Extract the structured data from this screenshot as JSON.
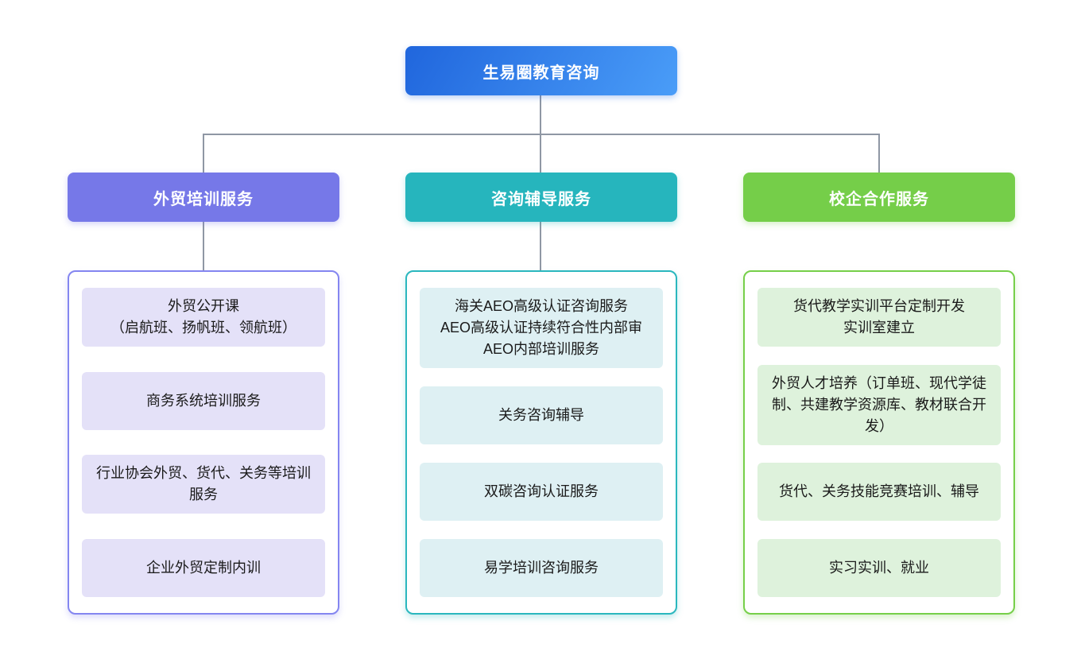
{
  "root": {
    "label": "生易圈教育咨询"
  },
  "branches": [
    {
      "label": "外贸培训服务",
      "items": [
        "外贸公开课\n（启航班、扬帆班、领航班）",
        "商务系统培训服务",
        "行业协会外贸、货代、关务等培训服务",
        "企业外贸定制内训"
      ]
    },
    {
      "label": "咨询辅导服务",
      "items": [
        "海关AEO高级认证咨询服务\nAEO高级认证持续符合性内部审\nAEO内部培训服务",
        "关务咨询辅导",
        "双碳咨询认证服务",
        "易学培训咨询服务"
      ]
    },
    {
      "label": "校企合作服务",
      "items": [
        "货代教学实训平台定制开发\n实训室建立",
        "外贸人才培养（订单班、现代学徒制、共建教学资源库、教材联合开发）",
        "货代、关务技能竞赛培训、辅导",
        "实习实训、就业"
      ]
    }
  ],
  "colors": {
    "root_gradient_start": "#2066dd",
    "root_gradient_end": "#4a9df8",
    "branch1_header": "#7678e8",
    "branch2_header": "#26b5bd",
    "branch3_header": "#75ce49",
    "branch1_border": "#8486f0",
    "branch2_border": "#2ab7be",
    "branch3_border": "#76cf49",
    "branch1_item_bg": "#e4e1f8",
    "branch2_item_bg": "#def0f3",
    "branch3_item_bg": "#def2dc",
    "connector": "#8f97a4",
    "node_text": "#ffffff",
    "item_text": "#1a1a1a"
  }
}
